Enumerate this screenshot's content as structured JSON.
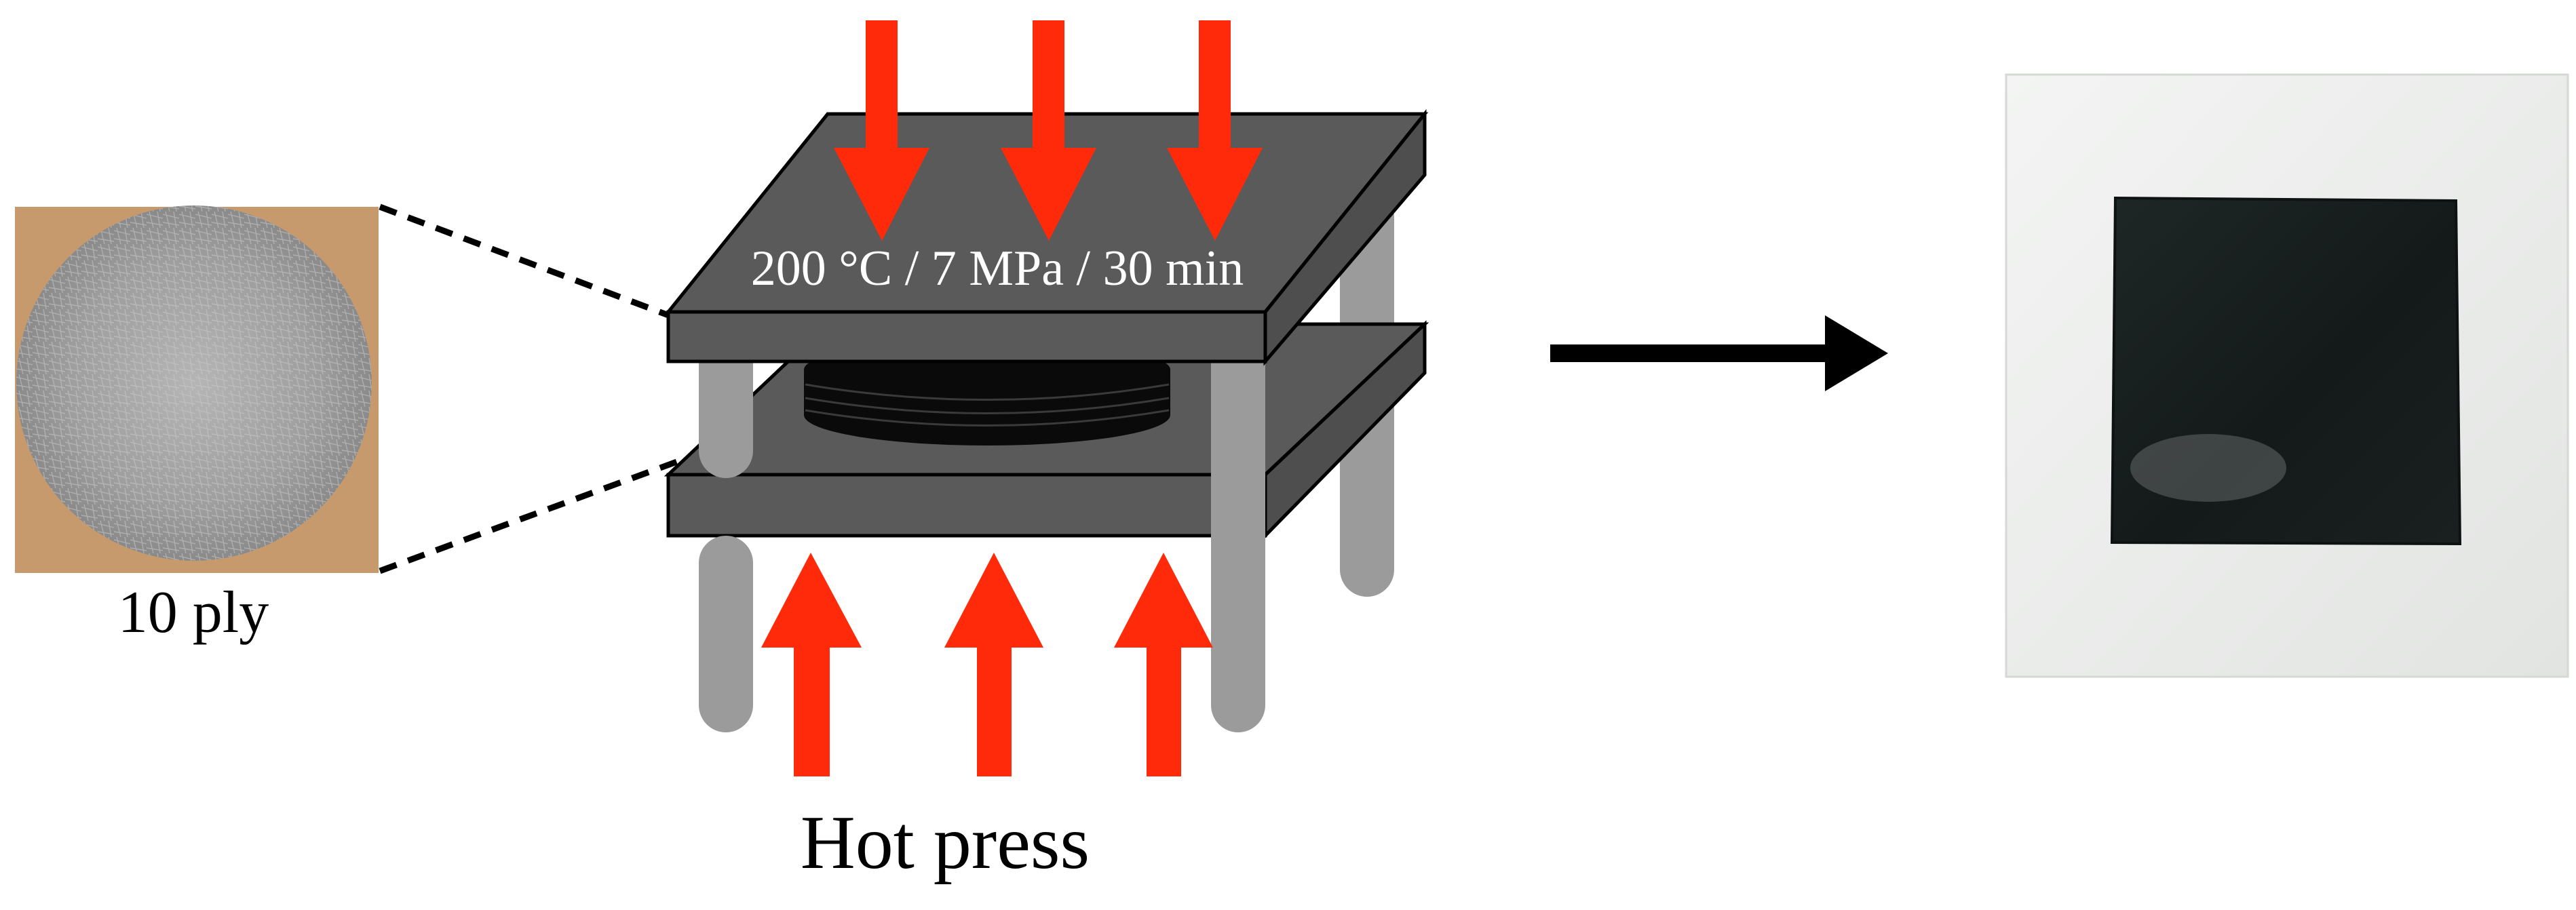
{
  "sample": {
    "ply_label": "10 ply"
  },
  "press": {
    "conditions_label": "200 °C / 7 MPa / 30 min",
    "name_label": "Hot press"
  },
  "colors": {
    "arrow_red": "#ff2a0a",
    "plate_fill": "#5a5a5a",
    "plate_stroke": "#000000",
    "post_grey": "#9b9b9b",
    "disc_black": "#0a0a0a",
    "felt_grey": "#a7a7a7",
    "felt_backdrop": "#c79a6e",
    "product_panel": "#eceeec",
    "product_square": "#1b2222"
  }
}
